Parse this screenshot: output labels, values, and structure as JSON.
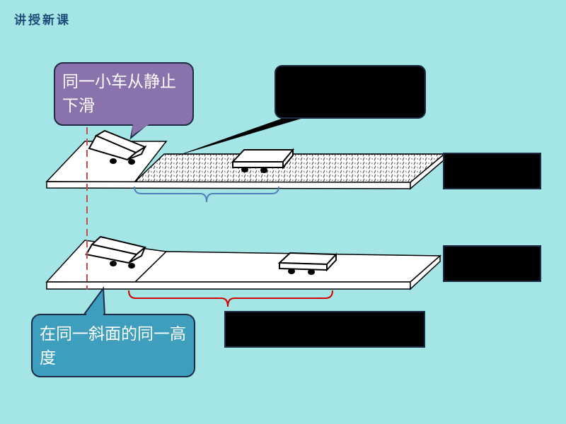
{
  "header": {
    "title": "讲授新课"
  },
  "callouts": {
    "same_cart": "同一小车从静止下滑",
    "same_height": "在同一斜面的同一高度"
  },
  "colors": {
    "background": "#a4e5e6",
    "callout_purple": "#8a72ad",
    "callout_teal": "#3e9ebd",
    "black_box": "#000000",
    "brace_blue": "#4f81bd",
    "brace_red": "#d00000",
    "dashed_line": "#c0504d"
  }
}
